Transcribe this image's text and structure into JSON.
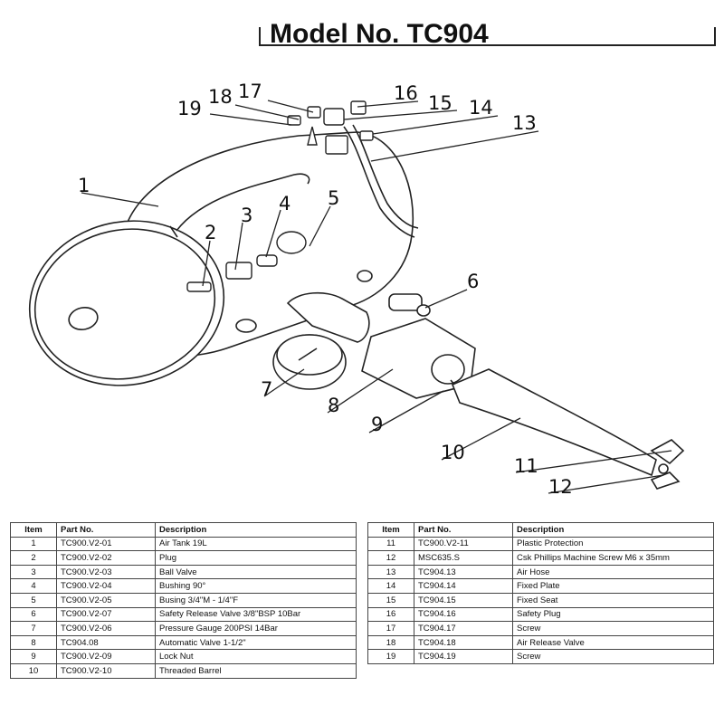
{
  "title": "Model No. TC904",
  "callouts": [
    "1",
    "2",
    "3",
    "4",
    "5",
    "6",
    "7",
    "8",
    "9",
    "10",
    "11",
    "12",
    "13",
    "14",
    "15",
    "16",
    "17",
    "18",
    "19"
  ],
  "table": {
    "headers": [
      "Item",
      "Part No.",
      "Description"
    ],
    "rows": [
      {
        "item": "1",
        "part": "TC900.V2-01",
        "desc": "Air Tank 19L"
      },
      {
        "item": "2",
        "part": "TC900.V2-02",
        "desc": "Plug"
      },
      {
        "item": "3",
        "part": "TC900.V2-03",
        "desc": "Ball Valve"
      },
      {
        "item": "4",
        "part": "TC900.V2-04",
        "desc": "Bushing 90°"
      },
      {
        "item": "5",
        "part": "TC900.V2-05",
        "desc": "Busing 3/4\"M - 1/4\"F"
      },
      {
        "item": "6",
        "part": "TC900.V2-07",
        "desc": "Safety Release Valve 3/8\"BSP 10Bar"
      },
      {
        "item": "7",
        "part": "TC900.V2-06",
        "desc": "Pressure Gauge 200PSI 14Bar"
      },
      {
        "item": "8",
        "part": "TC904.08",
        "desc": "Automatic Valve 1-1/2\""
      },
      {
        "item": "9",
        "part": "TC900.V2-09",
        "desc": "Lock Nut"
      },
      {
        "item": "10",
        "part": "TC900.V2-10",
        "desc": "Threaded Barrel"
      },
      {
        "item": "11",
        "part": "TC900.V2-11",
        "desc": "Plastic Protection"
      },
      {
        "item": "12",
        "part": "MSC635.S",
        "desc": "Csk Phillips Machine Screw M6 x 35mm"
      },
      {
        "item": "13",
        "part": "TC904.13",
        "desc": "Air Hose"
      },
      {
        "item": "14",
        "part": "TC904.14",
        "desc": "Fixed Plate"
      },
      {
        "item": "15",
        "part": "TC904.15",
        "desc": "Fixed Seat"
      },
      {
        "item": "16",
        "part": "TC904.16",
        "desc": "Safety Plug"
      },
      {
        "item": "17",
        "part": "TC904.17",
        "desc": "Screw"
      },
      {
        "item": "18",
        "part": "TC904.18",
        "desc": "Air Release Valve"
      },
      {
        "item": "19",
        "part": "TC904.19",
        "desc": "Screw"
      }
    ]
  }
}
